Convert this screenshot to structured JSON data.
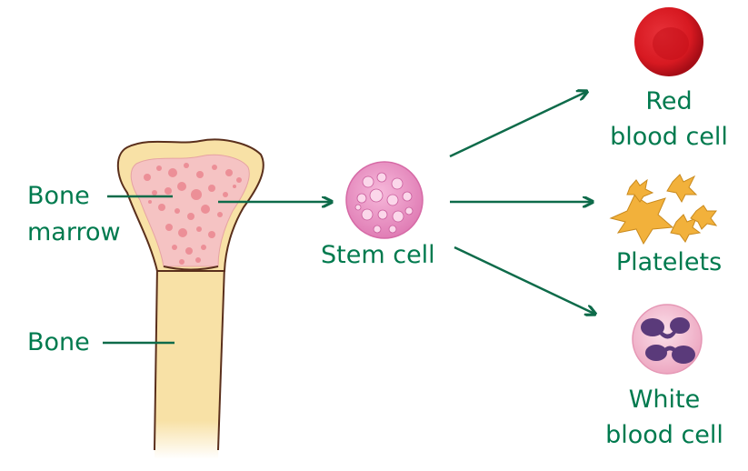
{
  "labels": {
    "bone_marrow_line1": "Bone",
    "bone_marrow_line2": "marrow",
    "bone": "Bone",
    "stem_cell": "Stem cell",
    "red_line1": "Red",
    "red_line2": "blood cell",
    "platelets": "Platelets",
    "white_line1": "White",
    "white_line2": "blood cell"
  },
  "colors": {
    "label_text": "#007a4e",
    "arrow": "#0e6b4a",
    "bone_fill": "#f8e1a6",
    "bone_outline": "#5a2f1c",
    "marrow_fill": "#f5c3c3",
    "marrow_spot": "#ec8f97",
    "stem_cell": "#e88fc0",
    "red_cell": "#d71921",
    "platelet": "#f2b13b",
    "white_cell": "#f2b8cc",
    "white_nucleus": "#5a3a7a"
  }
}
